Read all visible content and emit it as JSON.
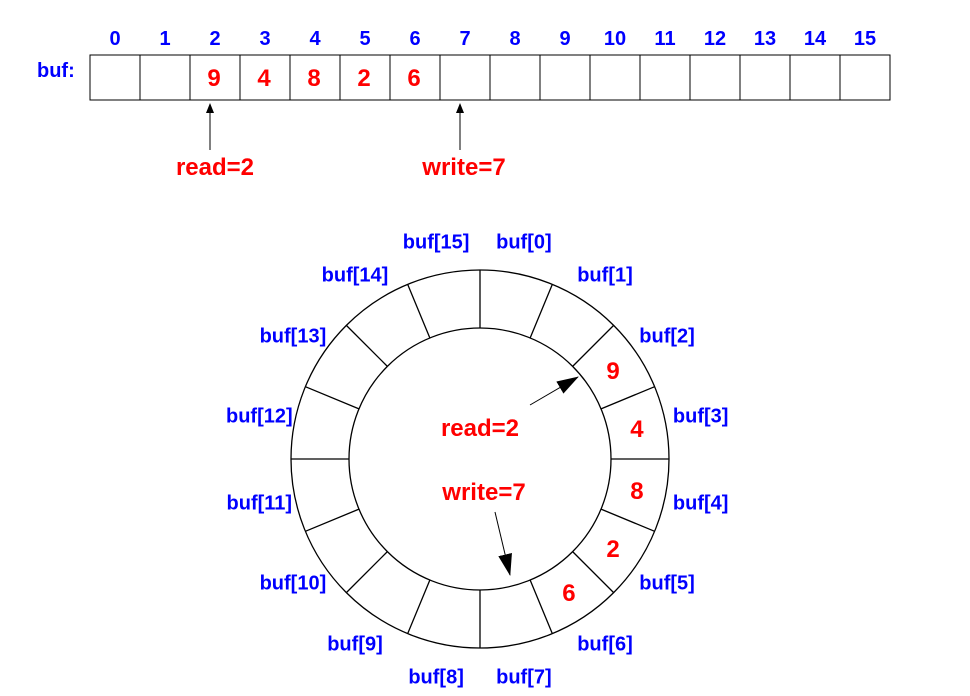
{
  "array": {
    "name_label": "buf:",
    "indices": [
      "0",
      "1",
      "2",
      "3",
      "4",
      "5",
      "6",
      "7",
      "8",
      "9",
      "10",
      "11",
      "12",
      "13",
      "14",
      "15"
    ],
    "values": [
      "",
      "",
      "9",
      "4",
      "8",
      "2",
      "6",
      "",
      "",
      "",
      "",
      "",
      "",
      "",
      "",
      ""
    ]
  },
  "pointers": {
    "read_label": "read=2",
    "write_label": "write=7",
    "read": 2,
    "write": 7
  },
  "ring": {
    "slot_labels": [
      "buf[0]",
      "buf[1]",
      "buf[2]",
      "buf[3]",
      "buf[4]",
      "buf[5]",
      "buf[6]",
      "buf[7]",
      "buf[8]",
      "buf[9]",
      "buf[10]",
      "buf[11]",
      "buf[12]",
      "buf[13]",
      "buf[14]",
      "buf[15]"
    ]
  },
  "colors": {
    "label": "#0000ff",
    "value": "#ff0000",
    "line": "#000000"
  }
}
